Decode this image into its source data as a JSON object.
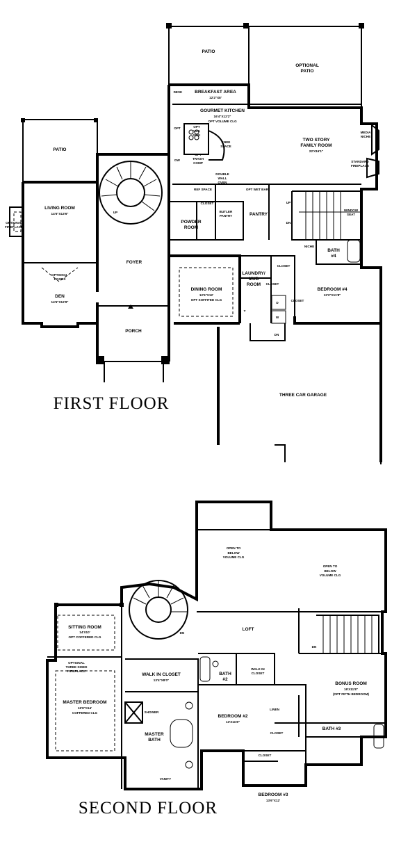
{
  "first_floor": {
    "title": "FIRST FLOOR",
    "rooms": {
      "patio": "PATIO",
      "optional_patio_1": "OPTIONAL",
      "optional_patio_2": "PATIO",
      "breakfast_1": "BREAKFAST AREA",
      "breakfast_2": "12'2\"X8'",
      "desk": "DESK",
      "kitchen_1": "GOURMET KITCHEN",
      "kitchen_2": "16'4\"X12'2\"",
      "kitchen_3": "OPT VOLUME CLG",
      "opt_veg_sink_1": "OPT",
      "opt_veg_sink_2": "VEG",
      "opt_veg_sink_3": "SINK",
      "knee_space_1": "KNEE",
      "knee_space_2": "SPACE",
      "opt_trash_1": "OPT",
      "opt_trash_2": "TRASH",
      "opt_trash_3": "COMP",
      "opt_left": "OPT",
      "dw": "DW",
      "double_oven_1": "DOUBLE",
      "double_oven_2": "WALL",
      "double_oven_3": "OVEN",
      "ref_space": "REF SPACE",
      "family_1": "TWO STORY",
      "family_2": "FAMILY ROOM",
      "family_3": "22'X16'1\"",
      "media_niche_1": "MEDIA",
      "media_niche_2": "NICHE",
      "standard_fp_1": "STANDARD",
      "standard_fp_2": "FIREPLACE",
      "opt_wet_bar": "OPT WET BAR",
      "patio_left": "PATIO",
      "living_1": "LIVING ROOM",
      "living_2": "14'6\"X13'6\"",
      "opt_fp_1": "OPTIONAL",
      "opt_fp_2": "FIREPLACE",
      "up": "UP",
      "closet": "CLOSET",
      "powder_1": "POWDER",
      "powder_2": "ROOM",
      "butler_1": "BUTLER",
      "butler_2": "PANTRY",
      "pantry": "PANTRY",
      "up2": "UP",
      "dn": "DN",
      "window_seat_1": "WINDOW",
      "window_seat_2": "SEAT",
      "niche": "NICHE",
      "bath4_1": "BATH",
      "bath4_2": "#4",
      "foyer": "FOYER",
      "opt_doors_1": "OPTIONAL",
      "opt_doors_2": "DOORS",
      "den_1": "DEN",
      "den_2": "14'6\"X12'9\"",
      "dining_1": "DINING ROOM",
      "dining_2": "12'6\"X12'",
      "dining_3": "OPT SOFFITED CLG",
      "laundry_1": "LAUNDRY/",
      "laundry_2": "MUD",
      "laundry_3": "ROOM",
      "closet_a": "CLOSET",
      "closet_b": "CLOSET",
      "closet_c": "CLOSET",
      "d": "D",
      "w": "W",
      "t": "T",
      "bedroom4_1": "BEDROOM #4",
      "bedroom4_2": "12'2\"X11'8\"",
      "dn2": "DN",
      "porch": "PORCH",
      "garage": "THREE CAR GARAGE"
    }
  },
  "second_floor": {
    "title": "SECOND FLOOR",
    "rooms": {
      "open_below_1a": "OPEN TO",
      "open_below_1b": "BELOW",
      "open_below_1c": "VOLUME CLG",
      "open_below_2a": "OPEN TO",
      "open_below_2b": "BELOW",
      "open_below_2c": "VOLUME CLG",
      "sitting_1": "SITTING ROOM",
      "sitting_2": "14'X10'",
      "sitting_3": "OPT COFFERED CLG",
      "dn": "DN",
      "loft": "LOFT",
      "opt_fp_1": "OPTIONAL",
      "opt_fp_2": "THREE SIDED",
      "opt_fp_3": "FIREPLACE",
      "walkin_1": "WALK IN CLOSET",
      "walkin_2": "13'4\"X8'0\"",
      "bath2_1": "BATH",
      "bath2_2": "#2",
      "walkin2_1": "WALK IN",
      "walkin2_2": "CLOSET",
      "dn2": "DN",
      "bonus_1": "BONUS ROOM",
      "bonus_2": "16'X11'8\"",
      "bonus_3": "(OPT FIFTH BEDROOM)",
      "master_1": "MASTER BEDROOM",
      "master_2": "16'8\"X14'",
      "master_3": "COFFERED CLG",
      "shower": "SHOWER",
      "master_bath_1": "MASTER",
      "master_bath_2": "BATH",
      "vanity": "VANITY",
      "linen": "LINEN",
      "bedroom2_1": "BEDROOM #2",
      "bedroom2_2": "13'X11'8\"",
      "closet_a": "CLOSET",
      "bath3": "BATH #3",
      "closet_b": "CLOSET",
      "bedroom3_1": "BEDROOM #3",
      "bedroom3_2": "13'6\"X12'"
    }
  }
}
